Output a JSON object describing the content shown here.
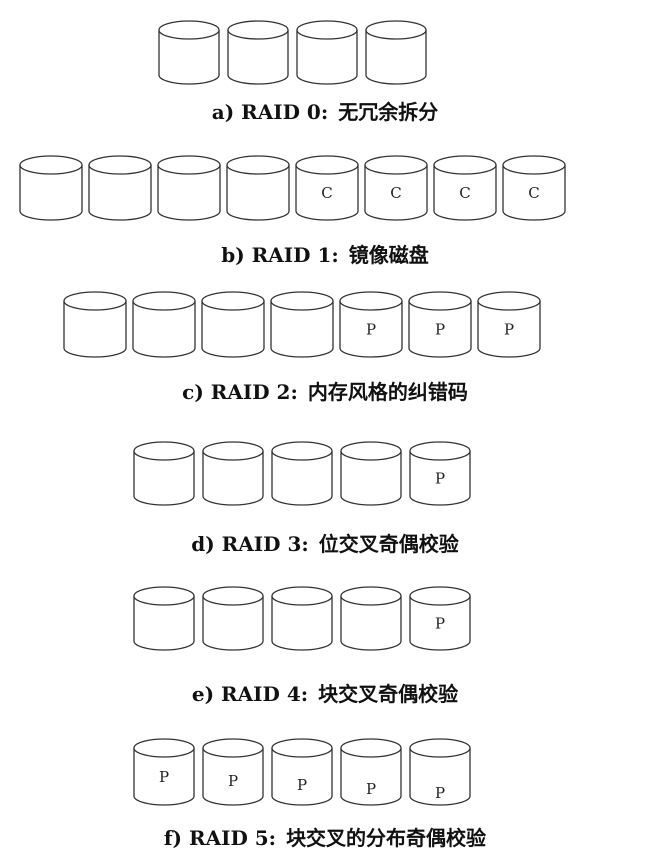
{
  "colors": {
    "stroke": "#333333",
    "fill": "#ffffff",
    "background": "#ffffff"
  },
  "diagrams": [
    {
      "id": "raid0",
      "label": "a) RAID 0:",
      "desc": "无冗余拆分",
      "disks": [
        "",
        "",
        "",
        ""
      ]
    },
    {
      "id": "raid1",
      "label": "b) RAID 1:",
      "desc": "镜像磁盘",
      "disks": [
        "",
        "",
        "",
        "",
        "C",
        "C",
        "C",
        "C"
      ]
    },
    {
      "id": "raid2",
      "label": "c) RAID 2:",
      "desc": "内存风格的纠错码",
      "disks": [
        "",
        "",
        "",
        "",
        "P",
        "P",
        "P"
      ]
    },
    {
      "id": "raid3",
      "label": "d) RAID 3:",
      "desc": "位交叉奇偶校验",
      "disks": [
        "",
        "",
        "",
        "",
        "P"
      ]
    },
    {
      "id": "raid4",
      "label": "e) RAID 4:",
      "desc": "块交叉奇偶校验",
      "disks": [
        "",
        "",
        "",
        "",
        "P"
      ]
    },
    {
      "id": "raid5",
      "label": "f) RAID 5:",
      "desc": "块交叉的分布奇偶校验",
      "disks": [
        "P",
        "P",
        "P",
        "P",
        "P"
      ]
    }
  ]
}
